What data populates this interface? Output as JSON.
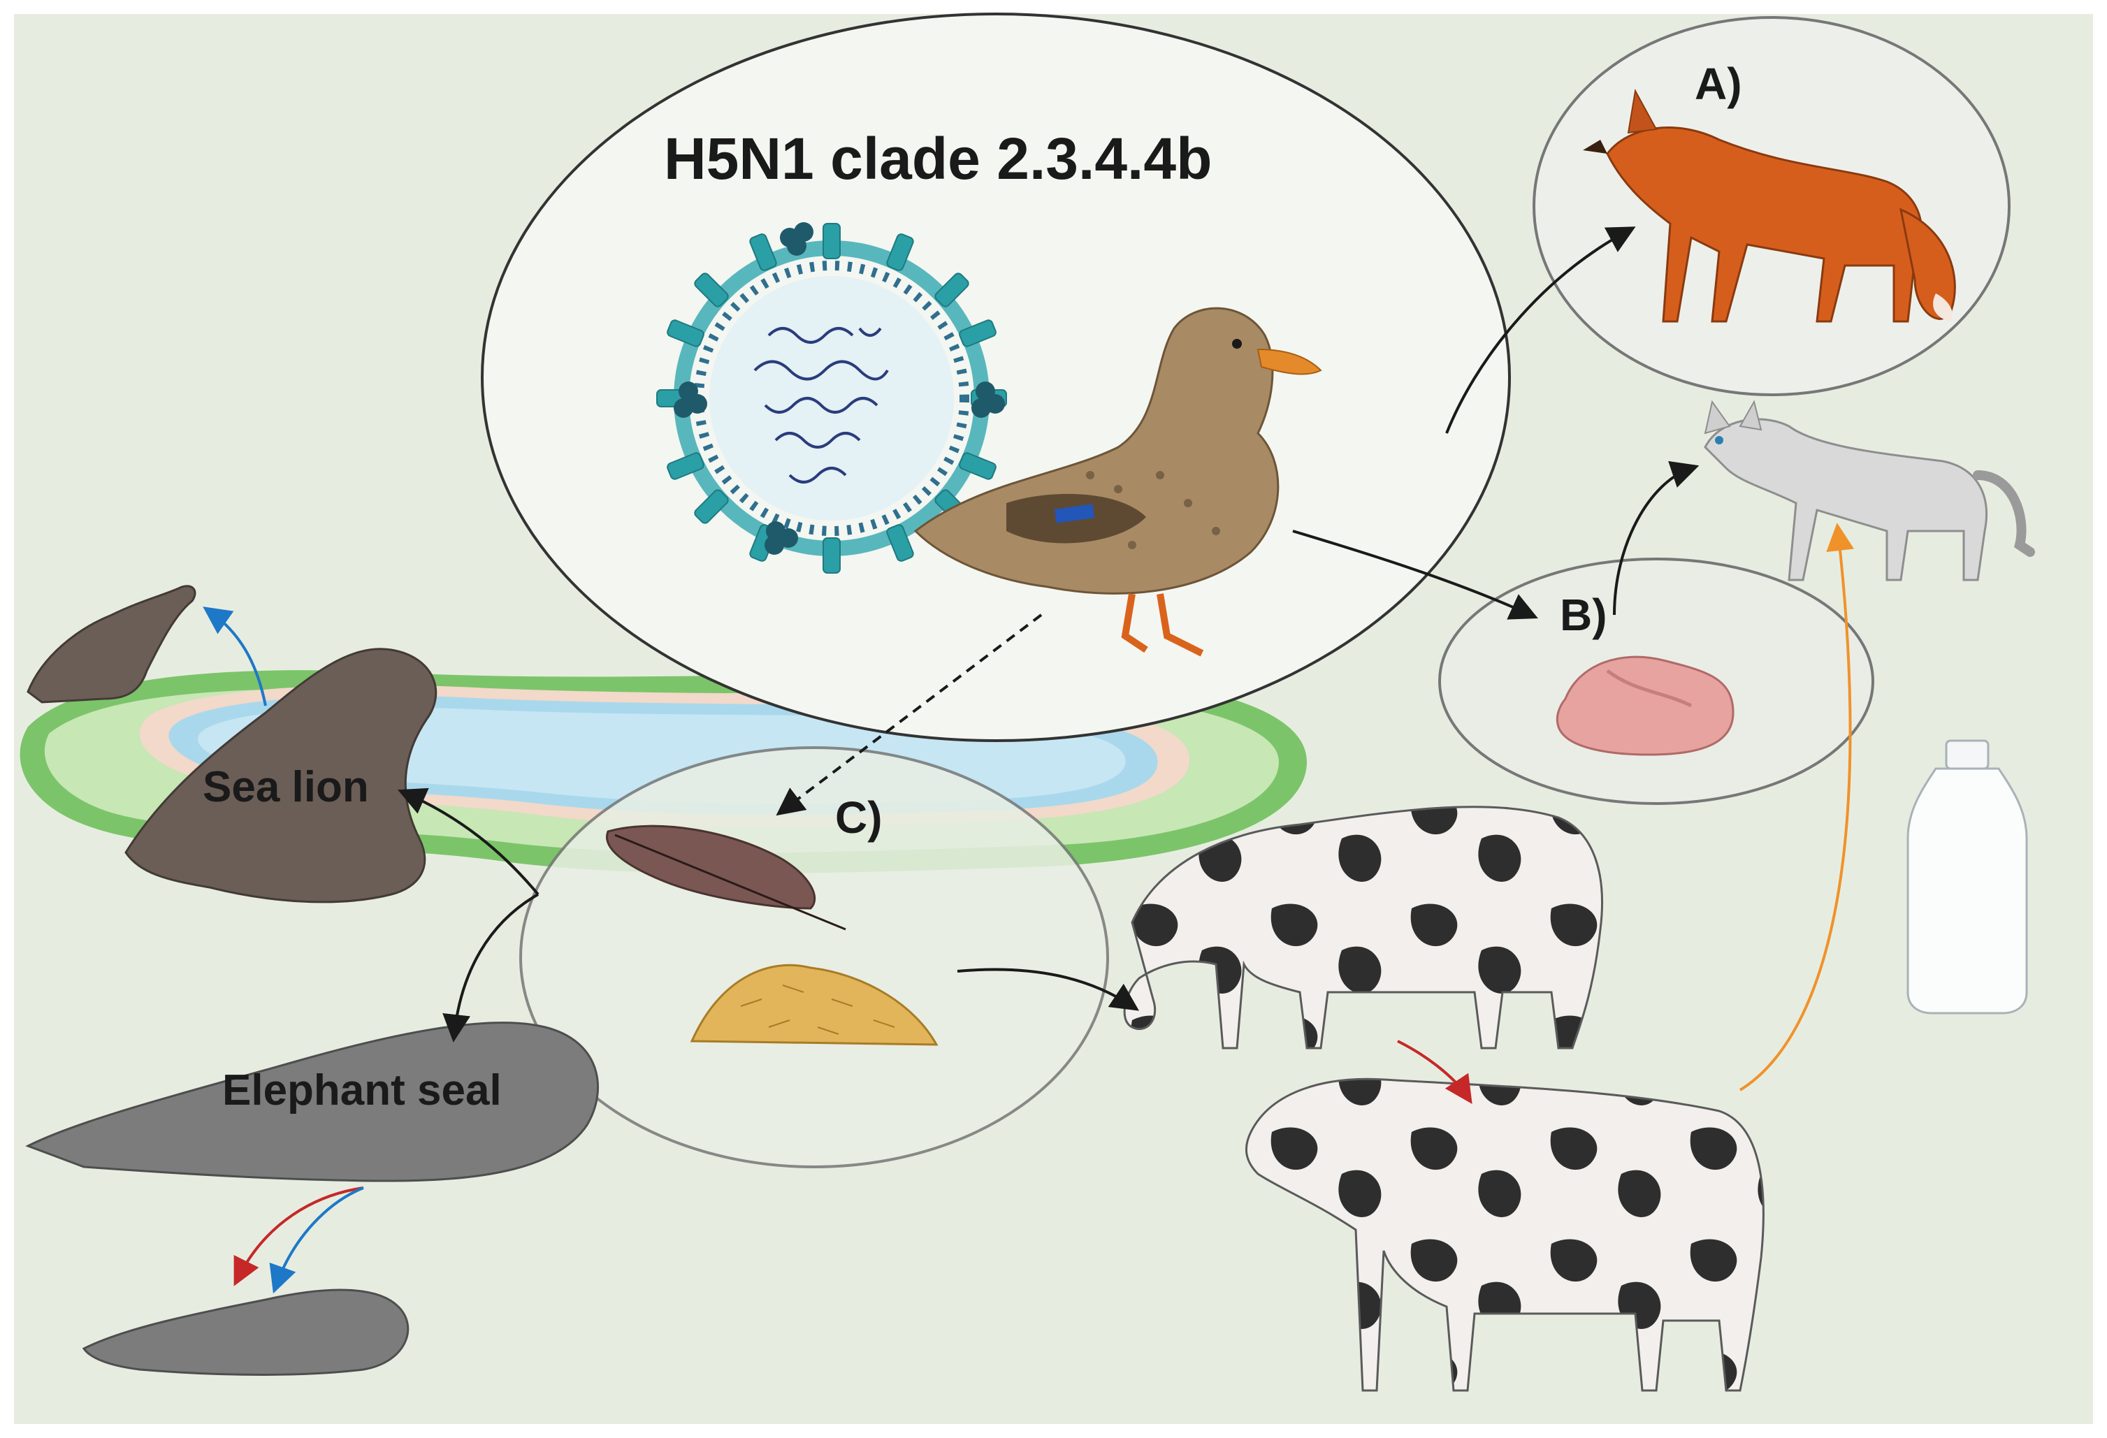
{
  "diagram": {
    "title": "H5N1 clade 2.3.4.4b",
    "labels": {
      "a": "A)",
      "b": "B)",
      "c": "C)",
      "sea_lion": "Sea lion",
      "elephant_seal": "Elephant seal"
    },
    "icons": [
      "virus-icon",
      "duck-icon",
      "fox-icon",
      "cat-icon",
      "raw-meat-icon",
      "milk-bottle-icon",
      "feather-icon",
      "grain-pile-icon",
      "sea-lion-icon",
      "elephant-seal-icon",
      "cow-icon",
      "pond-icon"
    ],
    "colors": {
      "background": "#e6ede0",
      "arrow_dark": "#1a1a1a",
      "arrow_red": "#c62828",
      "arrow_blue": "#1e78c8",
      "arrow_orange": "#f0922a",
      "virus_teal": "#2a9fa6"
    }
  }
}
